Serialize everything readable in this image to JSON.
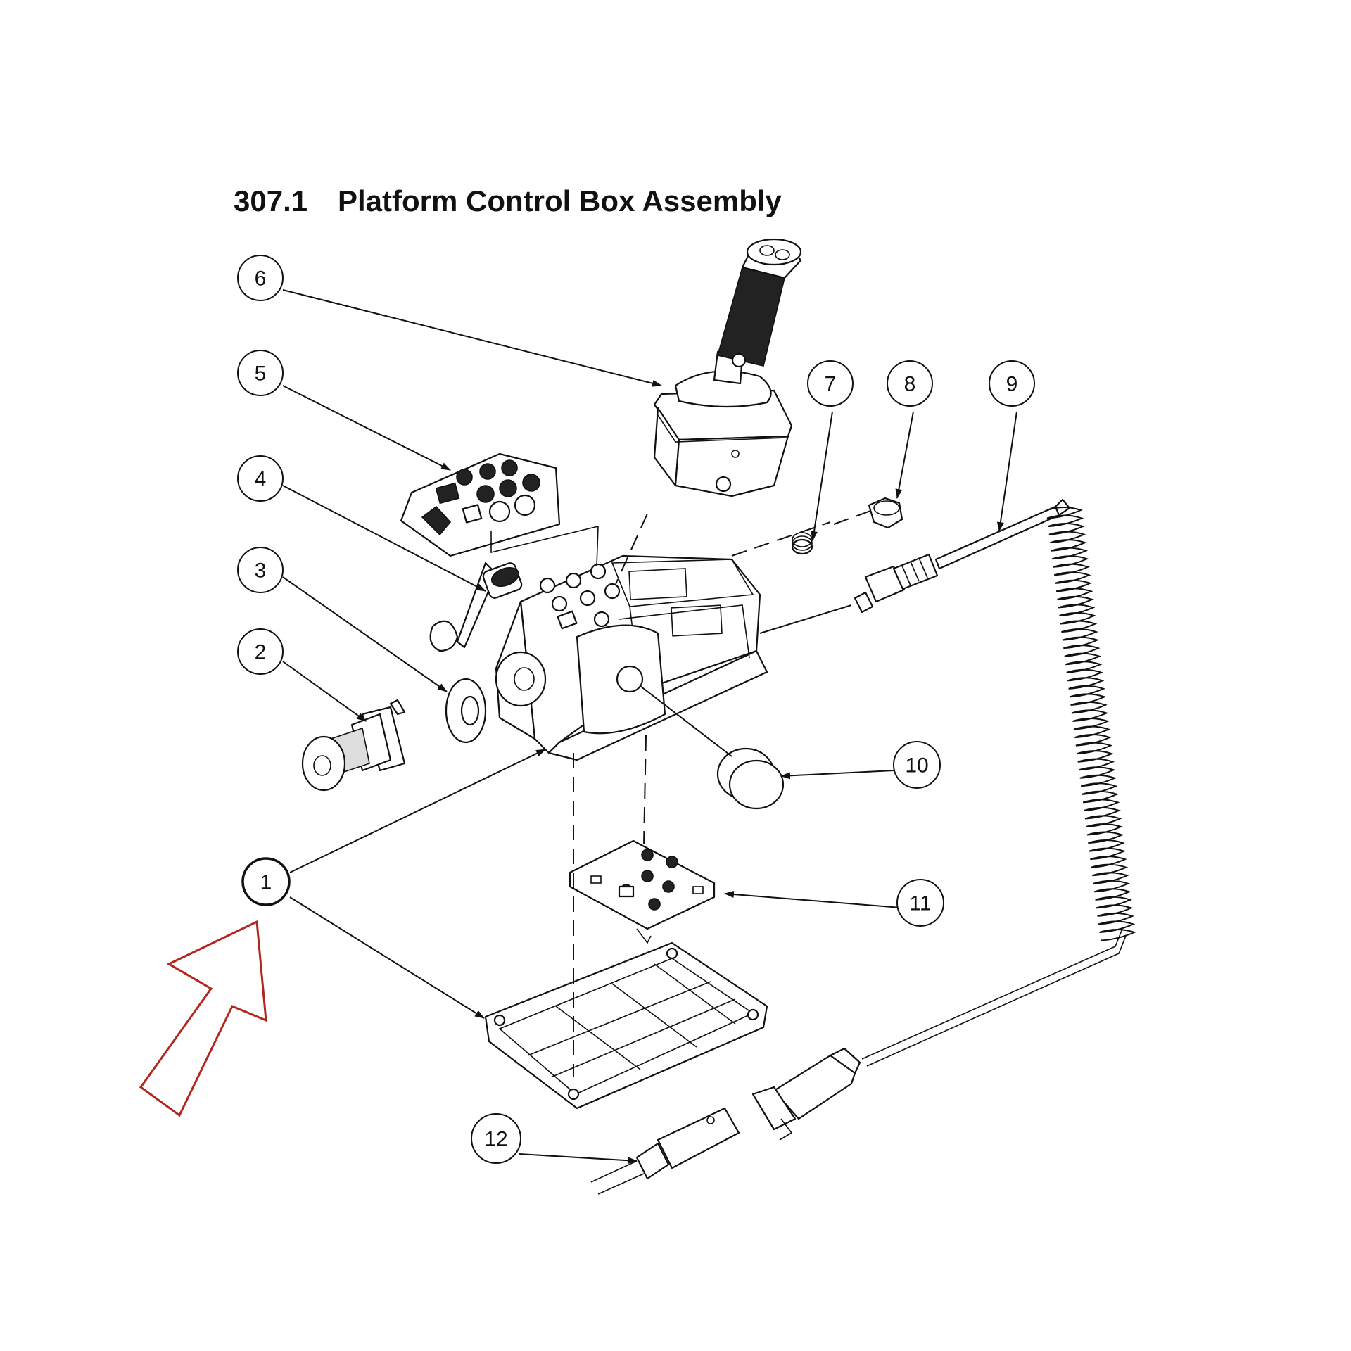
{
  "title": {
    "section_number": "307.1",
    "text": "Platform Control Box Assembly"
  },
  "callouts": [
    "1",
    "2",
    "3",
    "4",
    "5",
    "6",
    "7",
    "8",
    "9",
    "10",
    "11",
    "12"
  ],
  "highlight": {
    "icon": "outline-arrow-icon",
    "color": "#b3261e",
    "points_to_callout": "1"
  }
}
